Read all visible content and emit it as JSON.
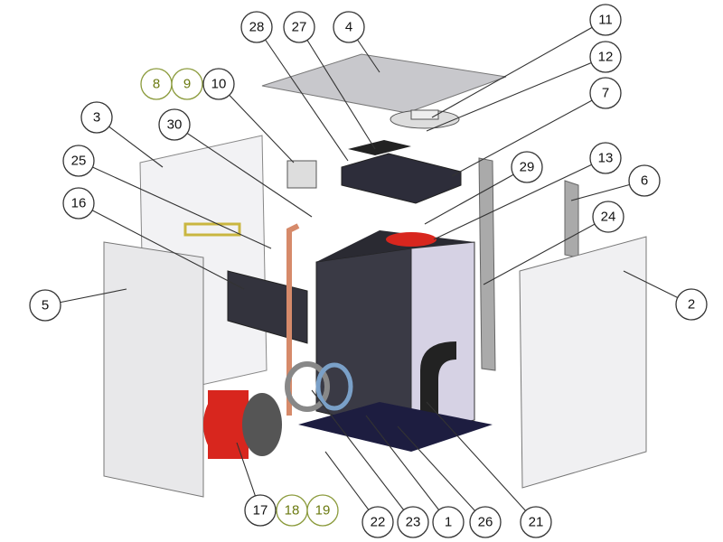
{
  "colors": {
    "callout_alt": "#6b7a10",
    "burner_red": "#d8261e",
    "body_dark": "#3a3a45",
    "panel": "#e8e8ea",
    "copper": "#d68a6a"
  },
  "callouts": [
    {
      "label": "8",
      "alt": true
    },
    {
      "label": "9",
      "alt": true
    },
    {
      "label": "10"
    },
    {
      "label": "28"
    },
    {
      "label": "27"
    },
    {
      "label": "4"
    },
    {
      "label": "11"
    },
    {
      "label": "12"
    },
    {
      "label": "7"
    },
    {
      "label": "13"
    },
    {
      "label": "29"
    },
    {
      "label": "6"
    },
    {
      "label": "24"
    },
    {
      "label": "2"
    },
    {
      "label": "3"
    },
    {
      "label": "30"
    },
    {
      "label": "25"
    },
    {
      "label": "16"
    },
    {
      "label": "5"
    },
    {
      "label": "17"
    },
    {
      "label": "18",
      "alt": true
    },
    {
      "label": "19",
      "alt": true
    },
    {
      "label": "22"
    },
    {
      "label": "23"
    },
    {
      "label": "1"
    },
    {
      "label": "26"
    },
    {
      "label": "21"
    }
  ]
}
